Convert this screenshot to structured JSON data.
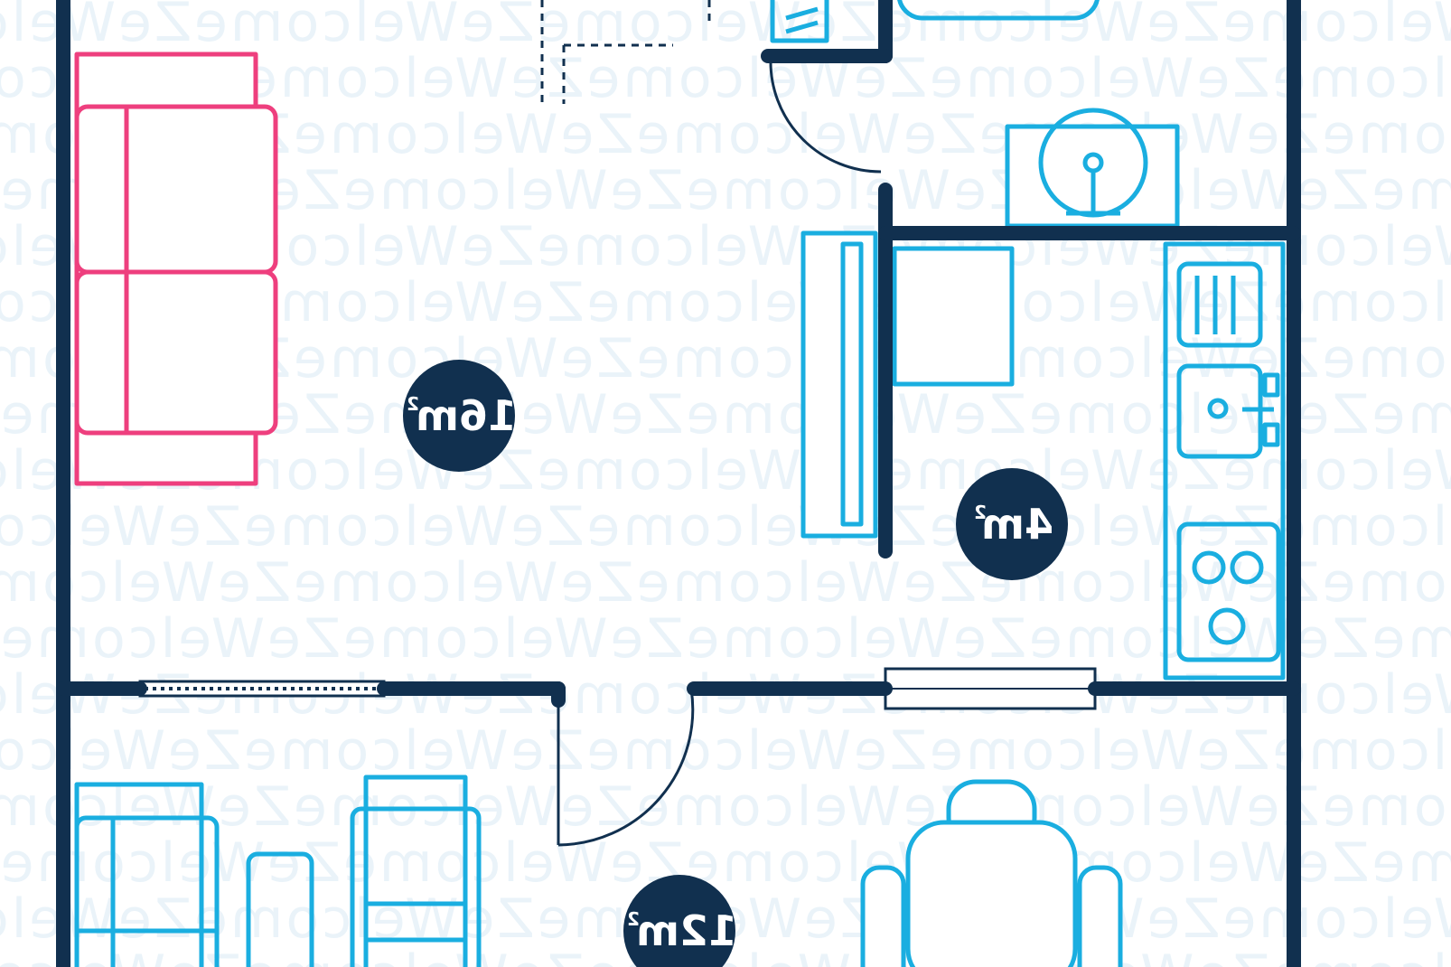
{
  "watermark": {
    "text": "WelcomeZeWelcomeZeWelcomeZeWelcomeZeWelcomeZe"
  },
  "rooms": [
    {
      "id": "living",
      "area_number": "16",
      "area_unit": "m",
      "area_sup": "2"
    },
    {
      "id": "kitchen",
      "area_number": "4",
      "area_unit": "m",
      "area_sup": "2"
    },
    {
      "id": "bedroom",
      "area_number": "12",
      "area_unit": "m",
      "area_sup": "2"
    }
  ],
  "colors": {
    "walls": "#11304f",
    "furniture": "#1aaee0",
    "sofa": "#ee3f7e",
    "watermark": "#eaf3f9",
    "badge": "#11304f"
  }
}
